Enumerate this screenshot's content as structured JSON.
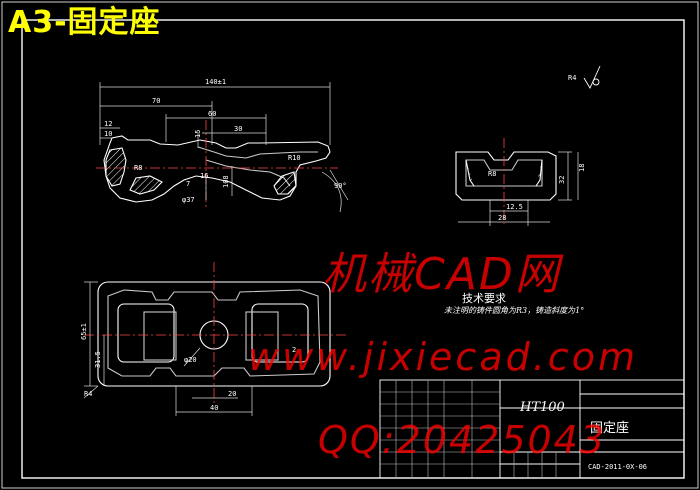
{
  "sheet": {
    "title": "A3-固定座"
  },
  "front_view": {
    "dims": {
      "overall_length": "140±1",
      "d70": "70",
      "d60": "60",
      "d30": "30",
      "d12": "12",
      "d10": "10",
      "d15": "15",
      "r10": "R10",
      "d16": "16",
      "d108": "108",
      "r8": "R8",
      "r7": "7",
      "phi37": "φ37",
      "angle": "90°"
    }
  },
  "side_view": {
    "dims": {
      "r8": "R8",
      "d12_5": "12.5",
      "d28": "28",
      "d32": "32",
      "d18": "18"
    }
  },
  "plan_view": {
    "dims": {
      "height": "65±1",
      "d31_5": "31.5",
      "phi20": "φ20",
      "d20": "20",
      "d40": "40",
      "r4": "R4",
      "d2": "2"
    }
  },
  "surface_roughness": "R4",
  "technical_requirements": {
    "title": "技术要求",
    "text": "未注明的铸件圆角为R3，铸造斜度为1°"
  },
  "title_block": {
    "material": "HT100",
    "part_name": "固定座",
    "drawing_no": "CAD-2011-0X-06"
  },
  "watermark": {
    "brand": "机械CAD网",
    "site": "www.jixiecad.com",
    "qq": "QQ:20425043"
  }
}
